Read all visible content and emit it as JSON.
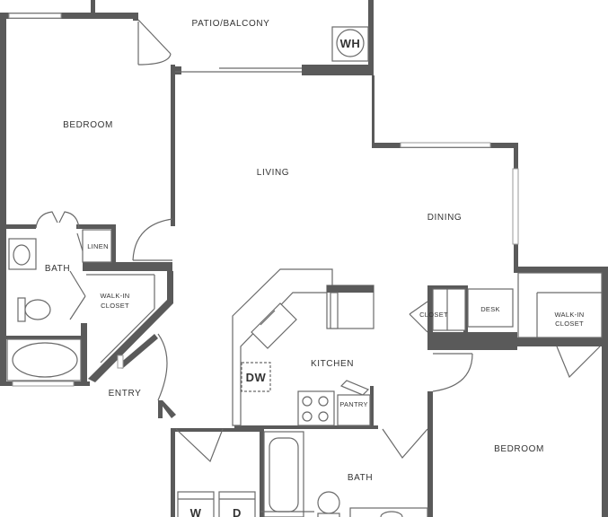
{
  "rooms": {
    "patio": "PATIO/BALCONY",
    "bedroom_left": "BEDROOM",
    "living": "LIVING",
    "dining": "DINING",
    "linen": "LINEN",
    "bath_left": "BATH",
    "walkin_left": [
      "WALK-IN",
      "CLOSET"
    ],
    "closet": "CLOSET",
    "desk": "DESK",
    "walkin_right": [
      "WALK-IN",
      "CLOSET"
    ],
    "kitchen": "KITCHEN",
    "pantry": "PANTRY",
    "entry": "ENTRY",
    "bath_center": "BATH",
    "bedroom_right": "BEDROOM"
  },
  "appliances": {
    "water_heater": "WH",
    "dishwasher": "DW",
    "washer": "W",
    "dryer": "D"
  }
}
